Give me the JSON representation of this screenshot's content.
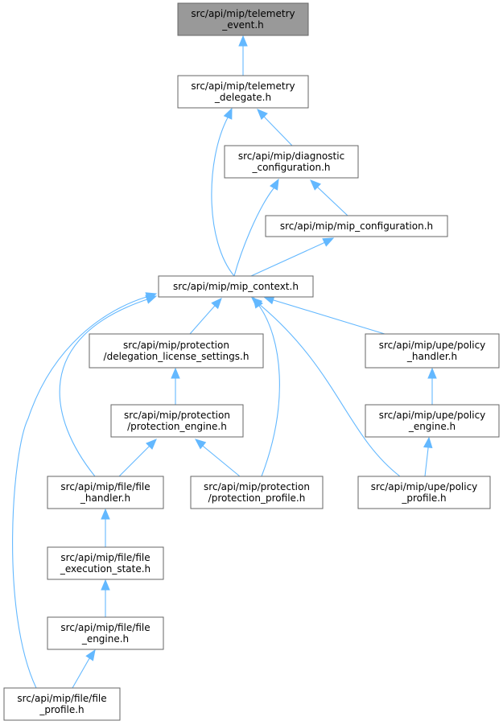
{
  "nodes": [
    {
      "id": "telemetry_event",
      "lines": [
        "src/api/mip/telemetry",
        "_event.h"
      ],
      "root": true
    },
    {
      "id": "telemetry_delegate",
      "lines": [
        "src/api/mip/telemetry",
        "_delegate.h"
      ]
    },
    {
      "id": "diagnostic_configuration",
      "lines": [
        "src/api/mip/diagnostic",
        "_configuration.h"
      ]
    },
    {
      "id": "mip_configuration",
      "lines": [
        "src/api/mip/mip_configuration.h"
      ]
    },
    {
      "id": "mip_context",
      "lines": [
        "src/api/mip/mip_context.h"
      ]
    },
    {
      "id": "delegation_license_settings",
      "lines": [
        "src/api/mip/protection",
        "/delegation_license_settings.h"
      ]
    },
    {
      "id": "upe_policy_handler",
      "lines": [
        "src/api/mip/upe/policy",
        "_handler.h"
      ]
    },
    {
      "id": "protection_engine",
      "lines": [
        "src/api/mip/protection",
        "/protection_engine.h"
      ]
    },
    {
      "id": "upe_policy_engine",
      "lines": [
        "src/api/mip/upe/policy",
        "_engine.h"
      ]
    },
    {
      "id": "file_handler",
      "lines": [
        "src/api/mip/file/file",
        "_handler.h"
      ]
    },
    {
      "id": "protection_profile",
      "lines": [
        "src/api/mip/protection",
        "/protection_profile.h"
      ]
    },
    {
      "id": "upe_policy_profile",
      "lines": [
        "src/api/mip/upe/policy",
        "_profile.h"
      ]
    },
    {
      "id": "file_execution_state",
      "lines": [
        "src/api/mip/file/file",
        "_execution_state.h"
      ]
    },
    {
      "id": "file_engine",
      "lines": [
        "src/api/mip/file/file",
        "_engine.h"
      ]
    },
    {
      "id": "file_profile",
      "lines": [
        "src/api/mip/file/file",
        "_profile.h"
      ]
    }
  ],
  "edges": [
    {
      "from": "telemetry_delegate",
      "to": "telemetry_event"
    },
    {
      "from": "diagnostic_configuration",
      "to": "telemetry_delegate"
    },
    {
      "from": "mip_context",
      "to": "telemetry_delegate"
    },
    {
      "from": "mip_configuration",
      "to": "diagnostic_configuration"
    },
    {
      "from": "mip_context",
      "to": "diagnostic_configuration"
    },
    {
      "from": "mip_context",
      "to": "mip_configuration"
    },
    {
      "from": "delegation_license_settings",
      "to": "mip_context"
    },
    {
      "from": "upe_policy_handler",
      "to": "mip_context"
    },
    {
      "from": "file_handler",
      "to": "mip_context"
    },
    {
      "from": "protection_profile",
      "to": "mip_context"
    },
    {
      "from": "upe_policy_profile",
      "to": "mip_context"
    },
    {
      "from": "file_profile",
      "to": "mip_context"
    },
    {
      "from": "protection_engine",
      "to": "delegation_license_settings"
    },
    {
      "from": "upe_policy_engine",
      "to": "upe_policy_handler"
    },
    {
      "from": "file_handler",
      "to": "protection_engine"
    },
    {
      "from": "protection_profile",
      "to": "protection_engine"
    },
    {
      "from": "upe_policy_profile",
      "to": "upe_policy_engine"
    },
    {
      "from": "file_execution_state",
      "to": "file_handler"
    },
    {
      "from": "file_engine",
      "to": "file_execution_state"
    },
    {
      "from": "file_profile",
      "to": "file_engine"
    }
  ],
  "colors": {
    "edge": "#63b8ff",
    "node_border": "#666666",
    "node_fill": "#ffffff",
    "root_fill": "#999999",
    "text": "#000000"
  }
}
